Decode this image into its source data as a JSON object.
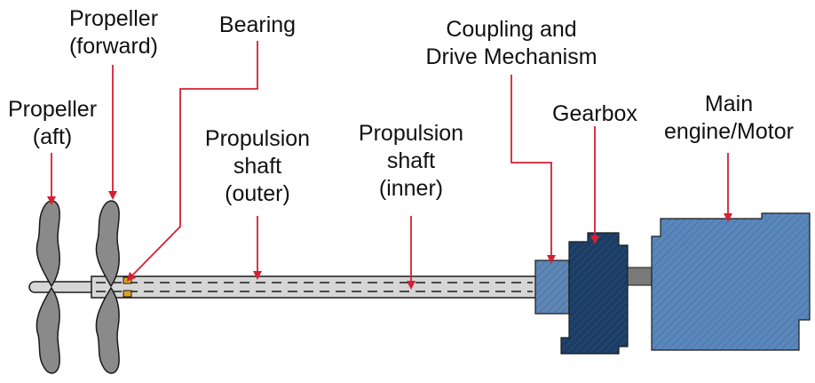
{
  "labels": {
    "propeller_aft": [
      "Propeller",
      "(aft)"
    ],
    "propeller_forward": [
      "Propeller",
      "(forward)"
    ],
    "bearing": [
      "Bearing"
    ],
    "shaft_outer": [
      "Propulsion",
      "shaft",
      "(outer)"
    ],
    "shaft_inner": [
      "Propulsion",
      "shaft",
      "(inner)"
    ],
    "coupling": [
      "Coupling and",
      "Drive Mechanism"
    ],
    "gearbox": [
      "Gearbox"
    ],
    "engine": [
      "Main",
      "engine/Motor"
    ]
  },
  "colors": {
    "arrow": "#d42033",
    "propeller": "#8a8a8a",
    "shaft": "#d6d6d6",
    "bearing": "#e0a020",
    "coupling": "#5d86b5",
    "gearbox": "#1c3d63",
    "engine": "#5a87bb",
    "outline": "#1a1a1a"
  }
}
